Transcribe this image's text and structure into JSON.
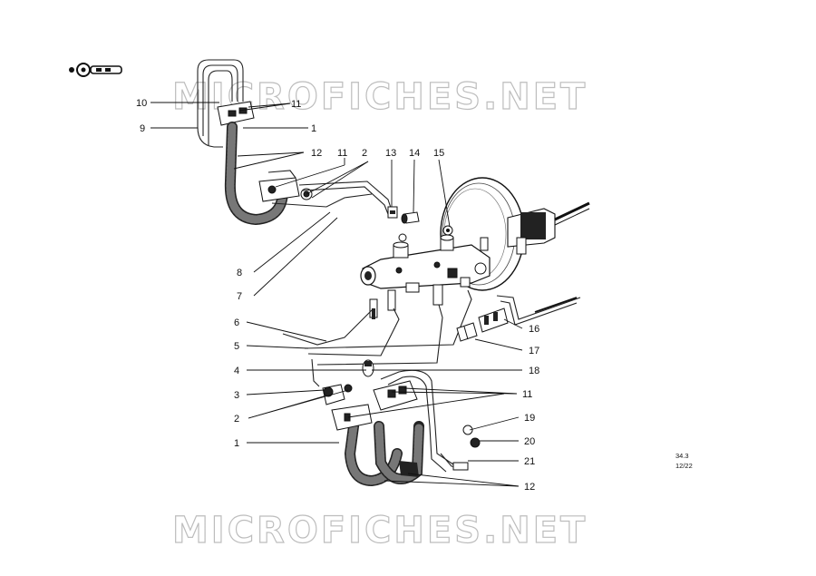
{
  "watermark": "MICROFICHES.NET",
  "callouts": {
    "c10": "10",
    "c9": "9",
    "c11a": "11",
    "c1a": "1",
    "c12a": "12",
    "c11b": "11",
    "c2a": "2",
    "c13": "13",
    "c14": "14",
    "c15": "15",
    "c8": "8",
    "c7": "7",
    "c6": "6",
    "c5": "5",
    "c4": "4",
    "c3": "3",
    "c2b": "2",
    "c1b": "1",
    "c16": "16",
    "c17": "17",
    "c18": "18",
    "c11c": "11",
    "c19": "19",
    "c20": "20",
    "c21": "21",
    "c12b": "12"
  },
  "sheet_ref": {
    "page": "34.3",
    "date": "12/22"
  },
  "icons": {
    "logo": "vehicle-logo-icon"
  }
}
